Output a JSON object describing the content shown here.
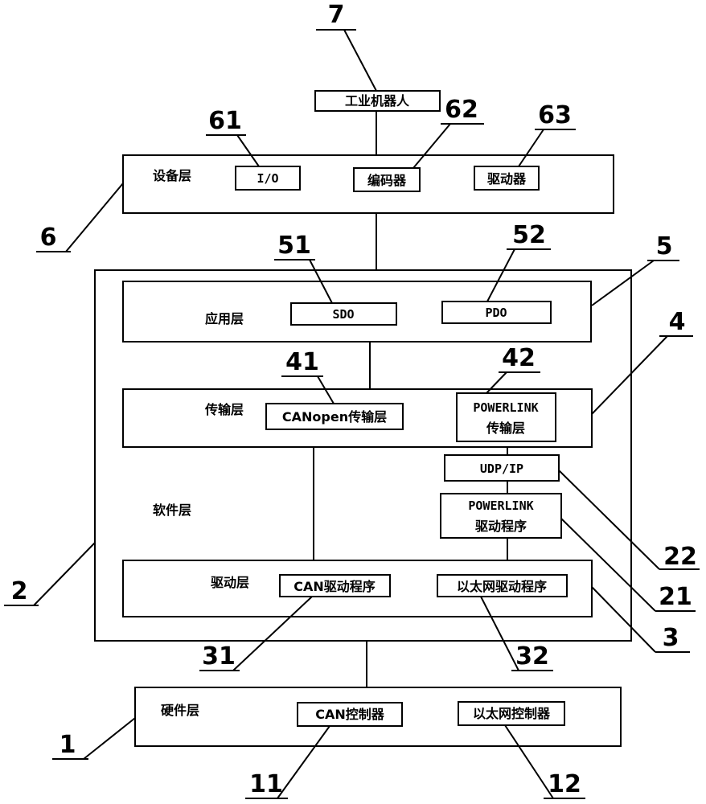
{
  "robot": {
    "label": "工业机器人",
    "ref": "7"
  },
  "device_layer": {
    "label": "设备层",
    "ref": "6",
    "io": {
      "label": "I/O",
      "ref": "61"
    },
    "encoder": {
      "label": "编码器",
      "ref": "62"
    },
    "driver": {
      "label": "驱动器",
      "ref": "63"
    }
  },
  "software_layer": {
    "label": "软件层",
    "ref": "2"
  },
  "application_layer": {
    "label": "应用层",
    "ref": "5",
    "sdo": {
      "label": "SDO",
      "ref": "51"
    },
    "pdo": {
      "label": "PDO",
      "ref": "52"
    }
  },
  "transport_layer": {
    "label": "传输层",
    "ref": "4",
    "canopen": {
      "label": "CANopen传输层",
      "ref": "41"
    },
    "powerlink": {
      "line1": "POWERLINK",
      "line2": "传输层",
      "ref": "42"
    }
  },
  "udp_ip": {
    "label": "UDP/IP",
    "ref": "22"
  },
  "powerlink_driver": {
    "line1": "POWERLINK",
    "line2": "驱动程序",
    "ref": "21"
  },
  "driver_layer": {
    "label": "驱动层",
    "ref": "3",
    "can_driver": {
      "label": "CAN驱动程序",
      "ref": "31"
    },
    "ethernet_driver": {
      "label": "以太网驱动程序",
      "ref": "32"
    }
  },
  "hardware_layer": {
    "label": "硬件层",
    "ref": "1",
    "can_controller": {
      "label": "CAN控制器",
      "ref": "11"
    },
    "ethernet_controller": {
      "label": "以太网控制器",
      "ref": "12"
    }
  }
}
